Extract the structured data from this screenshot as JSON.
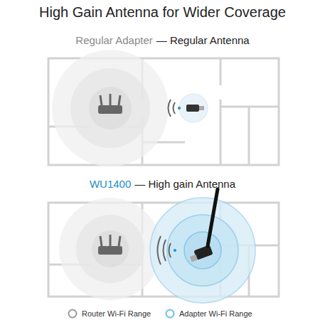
{
  "diagram": {
    "title": "High Gain Antenna for Wider Coverage",
    "labels": [
      "Regular Adapter",
      "— Regular Antenna",
      "WU1400",
      "— High gain Antenna"
    ],
    "legend": [
      {
        "text": "Router Wi-Fi Range"
      },
      {
        "text": "Adapter Wi-Fi Range"
      }
    ]
  }
}
